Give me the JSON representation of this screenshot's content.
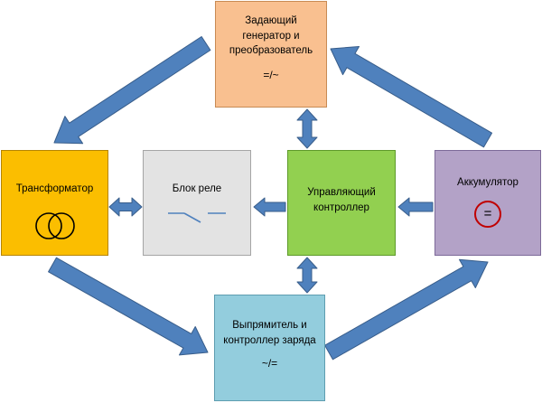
{
  "blocks": {
    "generator": {
      "label": "Задающий\nгенератор и\nпреобразователь",
      "symbol": "=/~"
    },
    "transformer": {
      "label": "Трансформатор"
    },
    "relay": {
      "label": "Блок реле"
    },
    "controller": {
      "label": "Управляющий\nконтроллер"
    },
    "battery": {
      "label": "Аккумулятор",
      "symbol": "="
    },
    "rectifier": {
      "label": "Выпрямитель и\nконтроллер заряда",
      "symbol": "~/="
    }
  },
  "colors": {
    "arrow_fill": "#4f81bd",
    "arrow_stroke": "#385d8a",
    "battery_circle": "#c00000",
    "relay_symbol": "#4f81bd"
  }
}
